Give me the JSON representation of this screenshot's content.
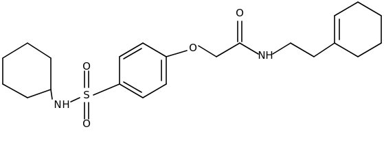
{
  "molecule": {
    "atom_labels": {
      "amide_oxygen": "O",
      "ether_oxygen": "O",
      "amide_nitrogen": "N",
      "amide_hydrogen": "H",
      "sulfur": "S",
      "sulfonyl_oxygen_top": "O",
      "sulfonyl_oxygen_bottom": "O",
      "sulfonamide_nitrogen": "N",
      "sulfonamide_hydrogen": "H"
    }
  }
}
